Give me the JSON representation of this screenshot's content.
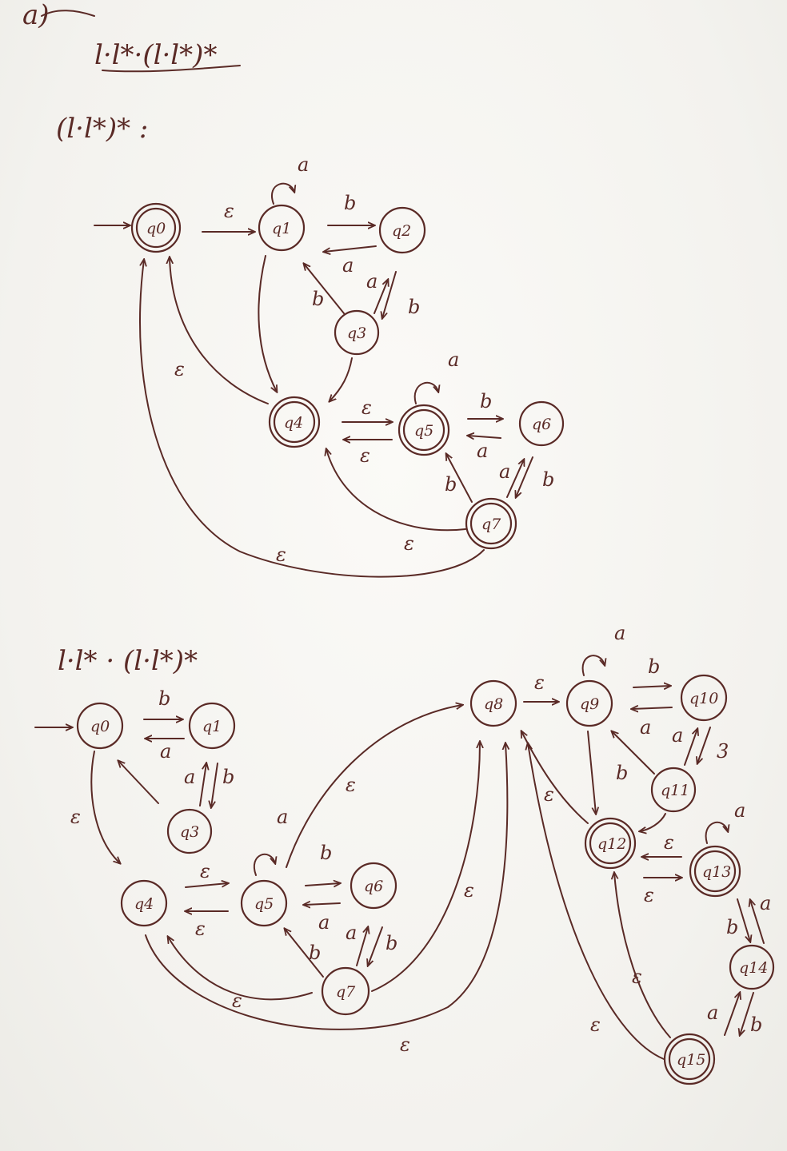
{
  "heading": {
    "mark": "a)",
    "expr1": "l·l*·(l·l*)*",
    "expr2": "(l·l*)* :",
    "expr3": "l·l* · (l·l*)*"
  },
  "diagram1": {
    "states": {
      "q0": "q0",
      "q1": "q1",
      "q2": "q2",
      "q3": "q3",
      "q4": "q4",
      "q5": "q5",
      "q6": "q6",
      "q7": "q7"
    },
    "labels": {
      "a": "a",
      "b": "b",
      "eps": "ε"
    }
  },
  "diagram2": {
    "states": {
      "q0": "q0",
      "q1": "q1",
      "q3": "q3",
      "q4": "q4",
      "q5": "q5",
      "q6": "q6",
      "q8": "q8",
      "q9": "q9",
      "q10": "q10",
      "q11": "q11",
      "q12": "q12",
      "q13": "q13",
      "q14": "q14",
      "q15": "q15",
      "q7": "q7"
    },
    "labels": {
      "a": "a",
      "b": "b",
      "eps": "ε",
      "three": "3"
    }
  }
}
